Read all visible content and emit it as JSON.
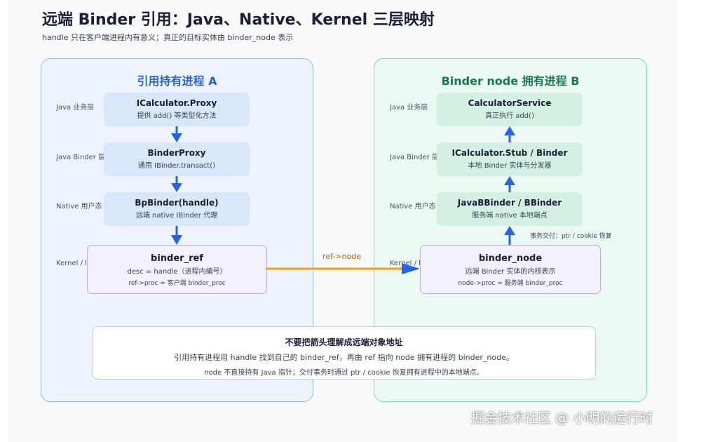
{
  "header": {
    "title": "远端 Binder 引用：Java、Native、Kernel 三层映射",
    "subtitle": "handle 只在客户端进程内有意义；真正的目标实体由 binder_node 表示"
  },
  "panel_a": {
    "title": "引用持有进程 A",
    "layers": [
      "Java 业务层",
      "Java Binder 层",
      "Native 用户态",
      "Kernel / binder driver"
    ],
    "boxes": [
      {
        "title": "ICalculator.Proxy",
        "sub": "提供 add() 等类型化方法"
      },
      {
        "title": "BinderProxy",
        "sub": "通用 IBinder.transact()"
      },
      {
        "title": "BpBinder(handle)",
        "sub": "远端 native IBinder 代理"
      },
      {
        "title": "binder_ref",
        "sub": "desc = handle（进程内编号）",
        "sub2": "ref->proc = 客户端 binder_proc"
      }
    ]
  },
  "panel_b": {
    "title": "Binder node 拥有进程 B",
    "layers": [
      "Java 业务层",
      "Java Binder 层",
      "Native 用户态",
      "Kernel / binder driver"
    ],
    "boxes": [
      {
        "title": "CalculatorService",
        "sub": "真正执行 add()"
      },
      {
        "title": "ICalculator.Stub / Binder",
        "sub": "本地 Binder 实体与分发器"
      },
      {
        "title": "JavaBBinder / BBinder",
        "sub": "服务端 native 本地端点"
      },
      {
        "title": "binder_node",
        "sub": "远端 Binder 实体的内核表示",
        "sub2": "node->proc = 服务端 binder_proc"
      }
    ]
  },
  "edge_label": "ref->node",
  "delivery_note": "事务交付：ptr / cookie 恢复",
  "callout": {
    "title": "不要把箭头理解成远端对象地址",
    "line1": "引用持有进程用 handle 找到自己的 binder_ref，再由 ref 指向 node 拥有进程的 binder_node。",
    "line2": "node 不直接持有 Java 指针；交付事务时通过 ptr / cookie 恢复拥有进程中的本地端点。"
  },
  "watermark": "掘金技术社区 @ 小明的运行时",
  "colors": {
    "blue_arrow": "#2563eb",
    "orange_arrow": "#f59e0b",
    "panel_a_border": "#8fb5ea",
    "panel_b_border": "#7cd8ad"
  }
}
